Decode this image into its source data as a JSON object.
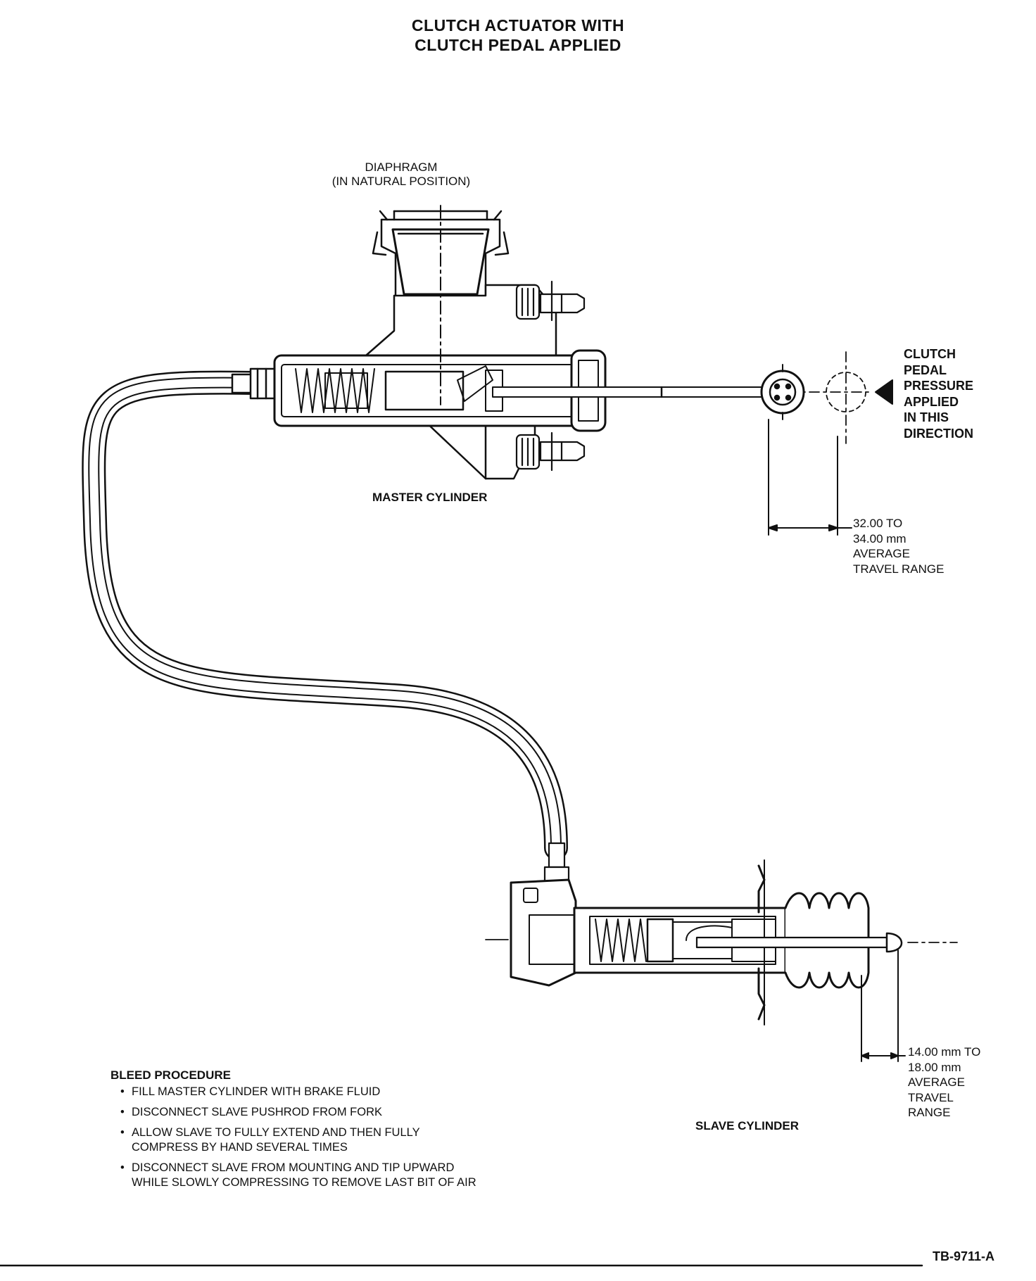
{
  "title": {
    "line1": "CLUTCH ACTUATOR WITH",
    "line2": "CLUTCH PEDAL APPLIED"
  },
  "diaphragm_label": {
    "line1": "DIAPHRAGM",
    "line2": "(IN NATURAL POSITION)"
  },
  "pressure_label": [
    "CLUTCH",
    "PEDAL",
    "PRESSURE",
    "APPLIED",
    "IN THIS",
    "DIRECTION"
  ],
  "master_cylinder_label": "MASTER CYLINDER",
  "master_travel": [
    "32.00 TO",
    "34.00 mm",
    "AVERAGE",
    "TRAVEL RANGE"
  ],
  "slave_travel": [
    "14.00 mm TO",
    "18.00 mm",
    "AVERAGE",
    "TRAVEL",
    "RANGE"
  ],
  "slave_cylinder_label": "SLAVE CYLINDER",
  "bleed": {
    "heading": "BLEED PROCEDURE",
    "bullet": "•",
    "steps": [
      [
        "FILL MASTER CYLINDER WITH BRAKE FLUID"
      ],
      [
        "DISCONNECT SLAVE PUSHROD FROM FORK"
      ],
      [
        "ALLOW SLAVE TO FULLY EXTEND AND THEN FULLY",
        "COMPRESS BY HAND SEVERAL TIMES"
      ],
      [
        "DISCONNECT SLAVE FROM MOUNTING AND TIP UPWARD",
        "WHILE SLOWLY COMPRESSING TO REMOVE LAST BIT OF AIR"
      ]
    ]
  },
  "figure_ref": "TB-9711-A",
  "colors": {
    "ink": "#111111",
    "paper": "#ffffff"
  }
}
